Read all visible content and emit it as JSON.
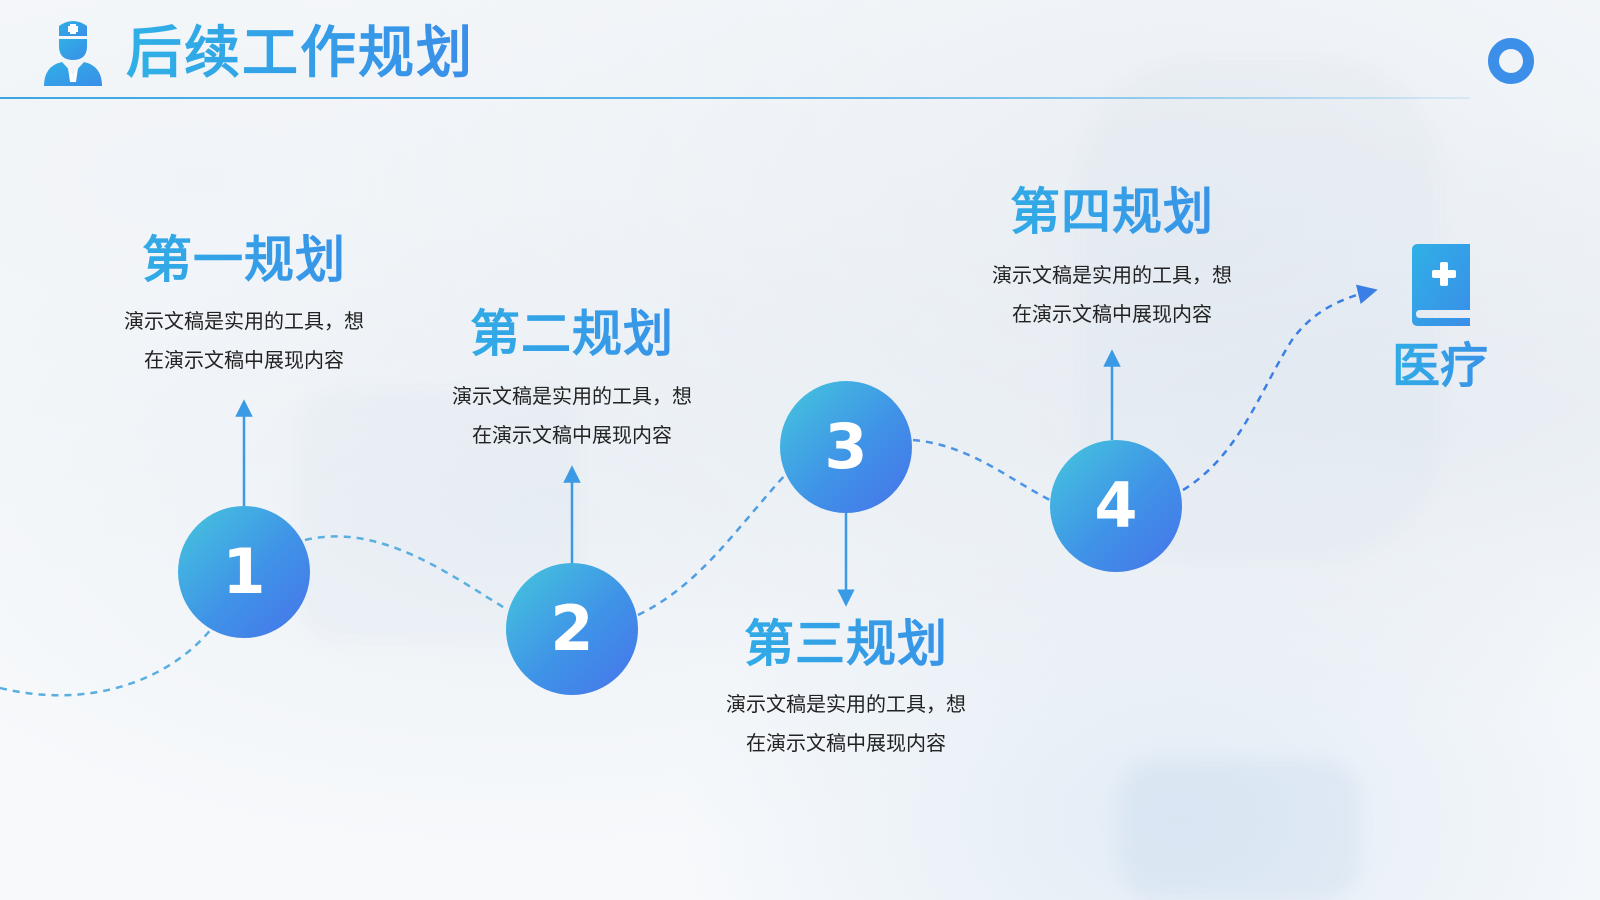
{
  "header": {
    "title": "后续工作规划",
    "icon": "nurse-icon",
    "decoration_icon": "ring-icon"
  },
  "colors": {
    "primary": "#3a9ae6",
    "accent": "#4773ea",
    "text": "#222222",
    "dashed_line": "#5aaee0"
  },
  "steps": [
    {
      "number": "1",
      "title": "第一规划",
      "desc_line1": "演示文稿是实用的工具，想",
      "desc_line2": "在演示文稿中展现内容"
    },
    {
      "number": "2",
      "title": "第二规划",
      "desc_line1": "演示文稿是实用的工具，想",
      "desc_line2": "在演示文稿中展现内容"
    },
    {
      "number": "3",
      "title": "第三规划",
      "desc_line1": "演示文稿是实用的工具，想",
      "desc_line2": "在演示文稿中展现内容"
    },
    {
      "number": "4",
      "title": "第四规划",
      "desc_line1": "演示文稿是实用的工具，想",
      "desc_line2": "在演示文稿中展现内容"
    }
  ],
  "end": {
    "label": "医疗",
    "icon": "medical-book-icon"
  }
}
